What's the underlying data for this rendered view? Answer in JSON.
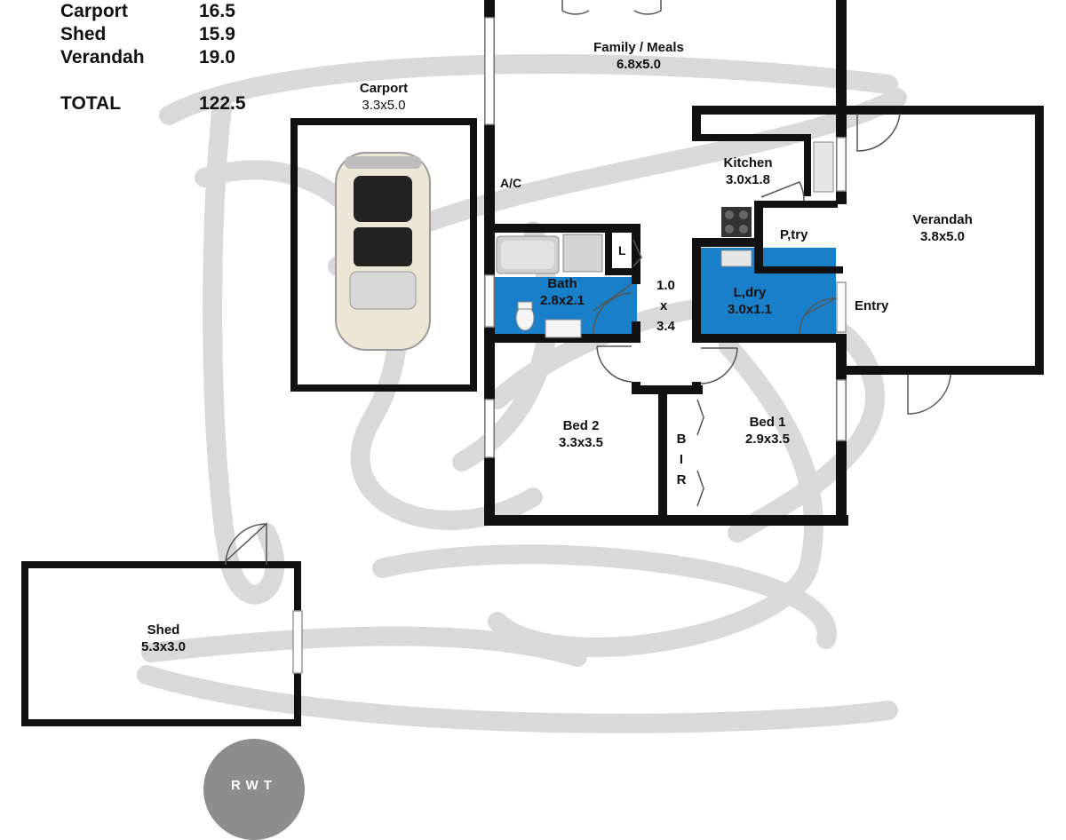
{
  "areas": [
    {
      "name": "Carport",
      "value": "16.5"
    },
    {
      "name": "Shed",
      "value": "15.9"
    },
    {
      "name": "Verandah",
      "value": "19.0"
    }
  ],
  "total": {
    "label": "TOTAL",
    "value": "122.5"
  },
  "rooms": {
    "family": {
      "name": "Family / Meals",
      "dims": "6.8x5.0"
    },
    "carport": {
      "name": "Carport",
      "dims": "3.3x5.0"
    },
    "kitchen": {
      "name": "Kitchen",
      "dims": "3.0x1.8"
    },
    "verandah": {
      "name": "Verandah",
      "dims": "3.8x5.0"
    },
    "bath": {
      "name": "Bath",
      "dims": "2.8x2.1"
    },
    "ldry": {
      "name": "L,dry",
      "dims": "3.0x1.1"
    },
    "bed2": {
      "name": "Bed 2",
      "dims": "3.3x3.5"
    },
    "bed1": {
      "name": "Bed 1",
      "dims": "2.9x3.5"
    },
    "shed": {
      "name": "Shed",
      "dims": "5.3x3.0"
    }
  },
  "labels": {
    "ac": "A/C",
    "pantry": "P,try",
    "linen": "L",
    "entry": "Entry",
    "hall_w": "1.0",
    "hall_x": "x",
    "hall_l": "3.4",
    "bir": [
      "B",
      "I",
      "R"
    ],
    "rwt": "RWT"
  },
  "colors": {
    "wall": "#111111",
    "wet_area": "#1a7fc9",
    "watermark": "#d4d4d4",
    "tank": "#8d8d8d"
  }
}
